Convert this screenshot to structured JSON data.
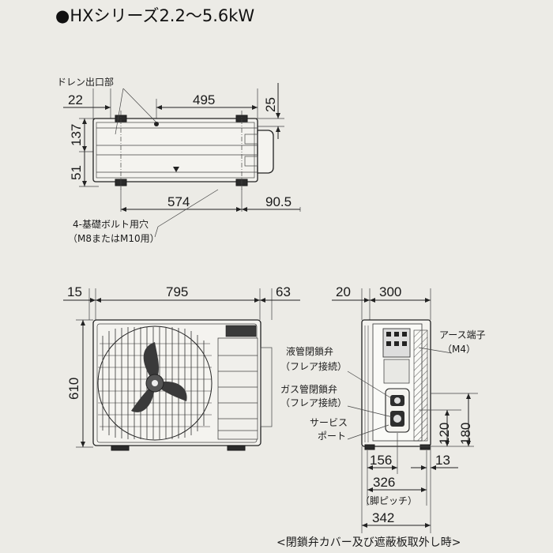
{
  "title": "●HXシリーズ2.2～5.6kW",
  "top_view": {
    "drain_label": "ドレン出口部",
    "dims": {
      "d22": "22",
      "d495": "495",
      "d25": "25",
      "d137": "137",
      "d51": "51",
      "d574": "574",
      "d90_5": "90.5"
    },
    "bolt_label_1": "4-基礎ボルト用穴",
    "bolt_label_2": "（M8またはM10用）"
  },
  "front_view": {
    "dims": {
      "d15": "15",
      "d795": "795",
      "d63": "63",
      "d610": "610"
    }
  },
  "side_view": {
    "dims": {
      "d20": "20",
      "d300": "300",
      "d120": "120",
      "d180": "180",
      "d156": "156",
      "d13": "13",
      "d326": "326",
      "d342": "342"
    },
    "pitch_label": "（脚ピッチ）",
    "liquid_valve_1": "液管閉鎖弁",
    "liquid_valve_2": "（フレア接続）",
    "gas_valve_1": "ガス管閉鎖弁",
    "gas_valve_2": "（フレア接続）",
    "service_port_1": "サービス",
    "service_port_2": "ポート",
    "earth_1": "アース端子",
    "earth_2": "（M4）"
  },
  "footer": "<閉鎖弁カバー及び遮蔽板取外し時>"
}
